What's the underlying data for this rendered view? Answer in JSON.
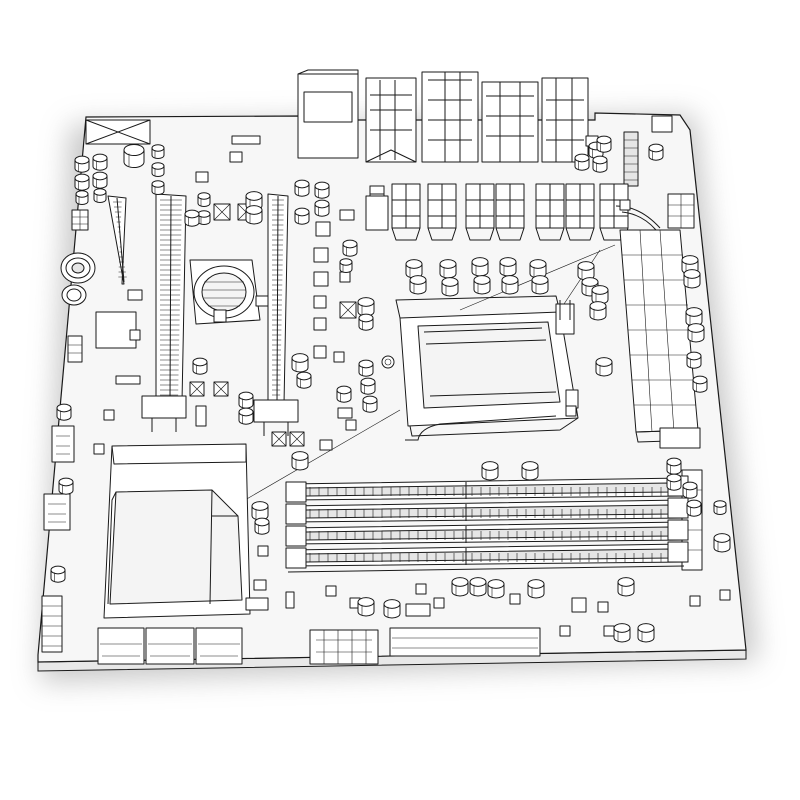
{
  "scene": {
    "subject": "motherboard-wireframe",
    "colors": {
      "background": "#ffffff",
      "board_fill": "#f7f7f7",
      "line": "#1a1a1a",
      "shadow": "#b5b5b5",
      "component_fill": "#ffffff"
    },
    "counts": {
      "pcie_slots": 3,
      "dimm_slots": 4,
      "cpu_sockets": 1
    }
  }
}
